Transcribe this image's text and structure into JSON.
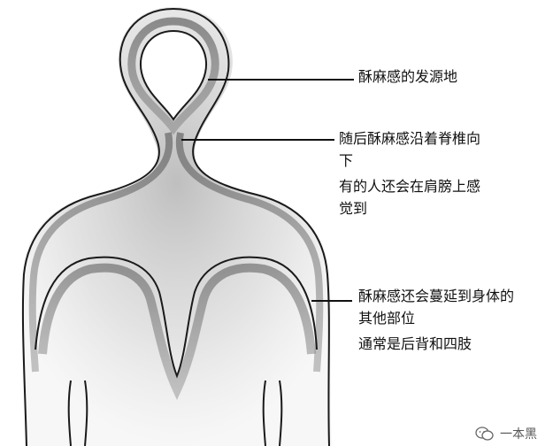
{
  "annotations": [
    {
      "id": "origin",
      "lines": [
        "酥麻感的发源地"
      ]
    },
    {
      "id": "spread-down",
      "lines": [
        "随后酥麻感沿着脊椎向",
        "下",
        "有的人还会在肩膀上感",
        "觉到"
      ]
    },
    {
      "id": "spread-body",
      "lines": [
        "酥麻感还会蔓延到身体的",
        "其他部位",
        "通常是后背和四肢"
      ]
    }
  ],
  "watermark": {
    "icon": "wechat-icon",
    "text": "一本黑"
  },
  "colors": {
    "outline": "#1a1a1a",
    "shading": "#6d6d6d",
    "background": "#ffffff"
  }
}
